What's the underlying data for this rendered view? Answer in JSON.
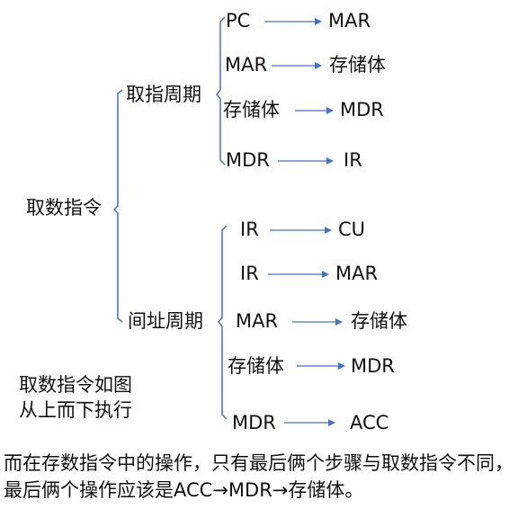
{
  "colors": {
    "line": "#4472c4",
    "text": "#111111"
  },
  "root": {
    "label": "取数指令"
  },
  "branches": [
    {
      "label": "取指周期",
      "steps": [
        {
          "from": "PC",
          "to": "MAR"
        },
        {
          "from": "MAR",
          "to": "存储体"
        },
        {
          "from": "存储体",
          "to": "MDR"
        },
        {
          "from": "MDR",
          "to": "IR"
        }
      ]
    },
    {
      "label": "间址周期",
      "steps": [
        {
          "from": "IR",
          "to": "CU"
        },
        {
          "from": "IR",
          "to": "MAR"
        },
        {
          "from": "MAR",
          "to": "存储体"
        },
        {
          "from": "存储体",
          "to": "MDR"
        },
        {
          "from": "MDR",
          "to": "ACC"
        }
      ]
    }
  ],
  "note": {
    "line1": "取数指令如图",
    "line2": "从上而下执行"
  },
  "caption": "而在存数指令中的操作，只有最后俩个步骤与取数指令不同，最后俩个操作应该是ACC→MDR→存储体。"
}
